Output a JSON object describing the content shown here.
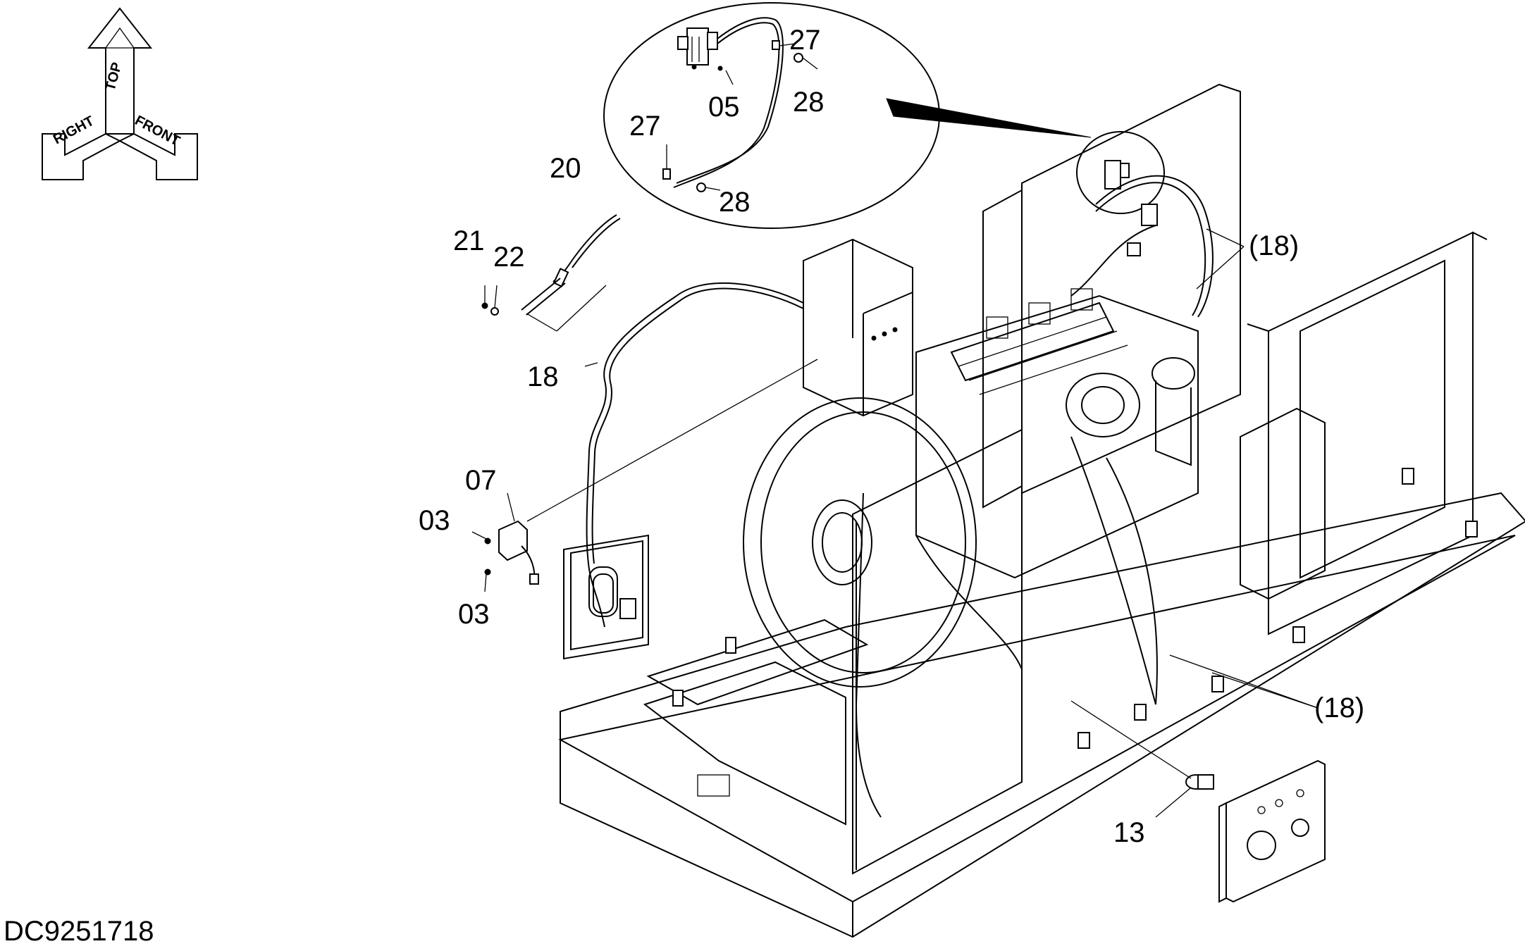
{
  "drawing": {
    "id": "DC9251718",
    "orientation": {
      "top_label": "TOP",
      "right_label": "RIGHT",
      "front_label": "FRONT"
    },
    "callouts": {
      "c20": "20",
      "c21": "21",
      "c22": "22",
      "c18a": "18",
      "c18b": "(18)",
      "c18c": "(18)",
      "c07": "07",
      "c03a": "03",
      "c03b": "03",
      "c27a": "27",
      "c27b": "27",
      "c28a": "28",
      "c28b": "28",
      "c05": "05",
      "c13": "13"
    }
  }
}
